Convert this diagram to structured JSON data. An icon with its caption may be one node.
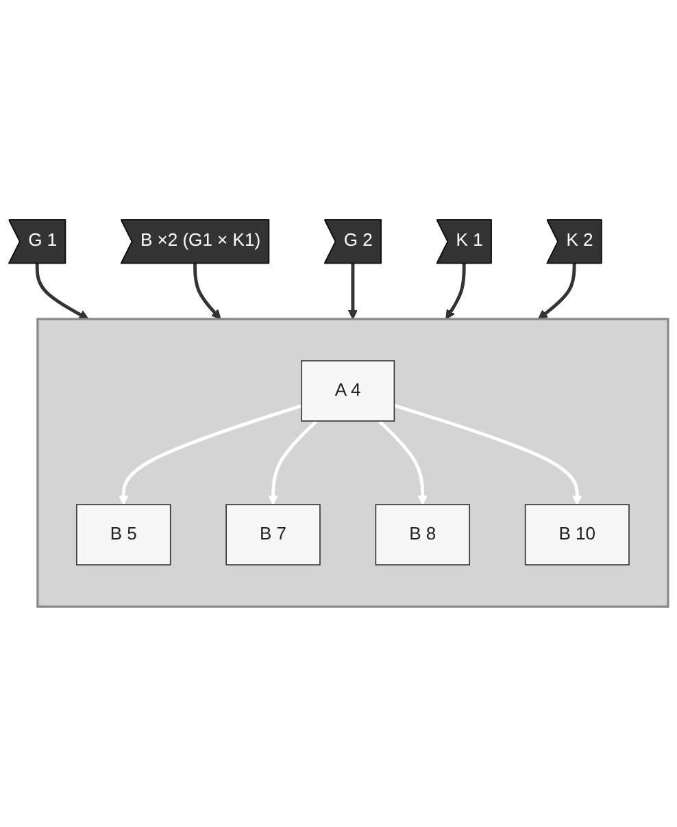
{
  "diagram": {
    "nodes": [
      {
        "text": [],
        "shape": "box"
      },
      {
        "text": [
          "B 5"
        ],
        "in": 0
      },
      {
        "text": [
          "B 7"
        ],
        "in": 0
      },
      {
        "text": [
          "A 4"
        ],
        "in": 0
      },
      {
        "text": [
          "B 8"
        ],
        "in": 0
      },
      {
        "text": [
          "B 10"
        ],
        "in": 0
      },
      {
        "text": [
          "G 1"
        ]
      },
      {
        "text": [
          "B ×2 (G1 × K1)"
        ]
      },
      {
        "text": [
          "G 2"
        ]
      },
      {
        "text": [
          "K 1"
        ]
      },
      {
        "text": [
          "K 2"
        ]
      }
    ],
    "edges": [
      {
        "from": 3,
        "to": 1,
        "arrow": "to",
        "color": "#ffffff"
      },
      {
        "from": 3,
        "to": 2,
        "arrow": "to",
        "color": "#ffffff"
      },
      {
        "from": 3,
        "to": 4,
        "arrow": "to",
        "color": "#ffffff"
      },
      {
        "from": 3,
        "to": 5,
        "arrow": "to",
        "color": "#ffffff"
      },
      {
        "from": 6,
        "to": 0,
        "arrow": "to"
      },
      {
        "from": 7,
        "to": 0,
        "arrow": "to"
      },
      {
        "from": 8,
        "to": 0,
        "arrow": "to"
      },
      {
        "from": 9,
        "to": 0,
        "arrow": "to"
      },
      {
        "from": 10,
        "to": 0,
        "arrow": "to"
      }
    ]
  }
}
